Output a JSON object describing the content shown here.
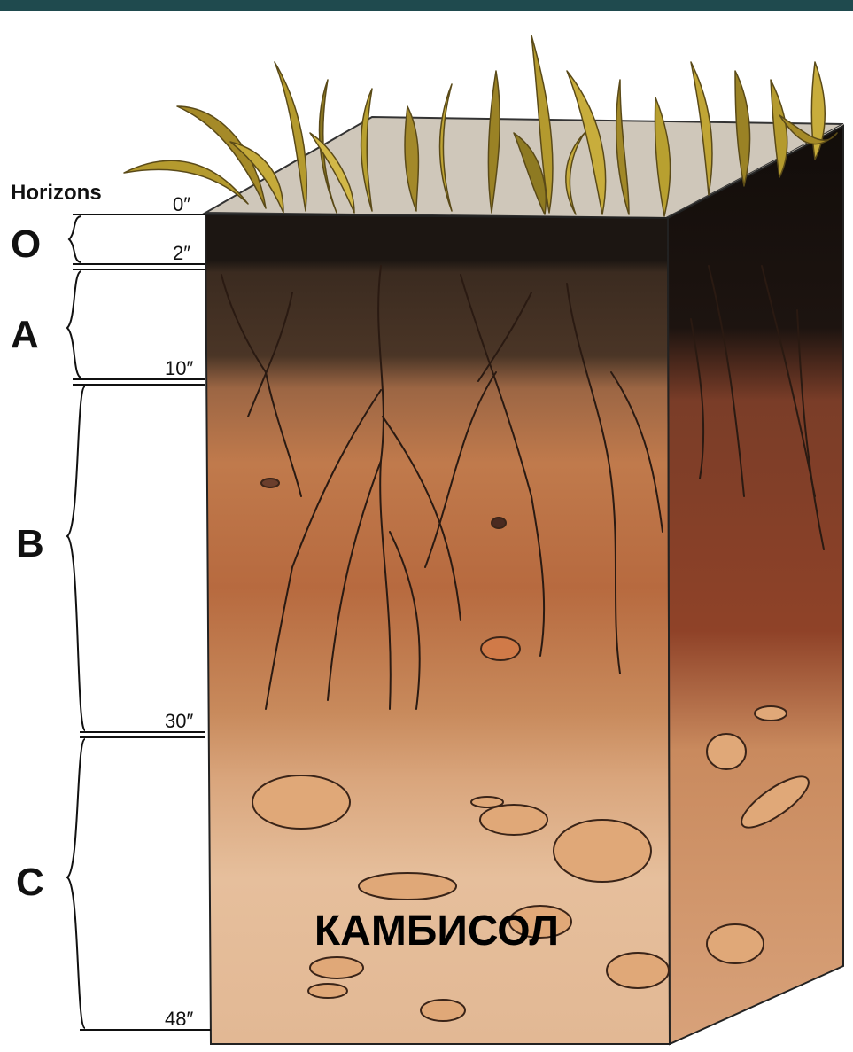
{
  "header": {
    "title": "Horizons"
  },
  "horizons": [
    {
      "letter": "O",
      "top": "0″",
      "bottom": "2″"
    },
    {
      "letter": "A",
      "bottom": "10″"
    },
    {
      "letter": "B",
      "bottom": "30″"
    },
    {
      "letter": "C",
      "bottom": "48″"
    }
  ],
  "soil_name": "КАМБИСОЛ",
  "colors": {
    "top_bar": "#1f4a4e",
    "o_horizon": "#1a1410",
    "a_horizon": "#3b2a1f",
    "b_horizon": "#b56a3d",
    "c_horizon": "#ddb08b",
    "grass": "#b49a2e"
  }
}
